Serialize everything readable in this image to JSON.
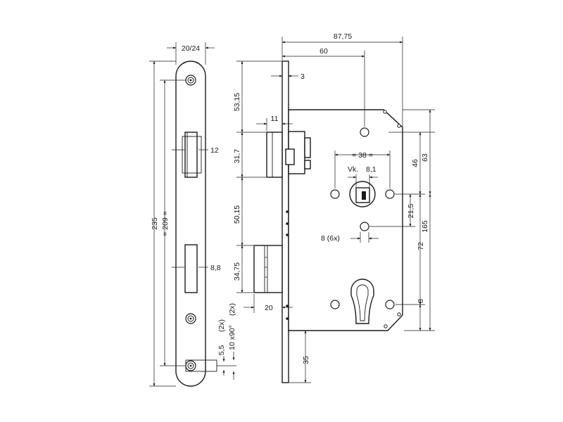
{
  "colors": {
    "line": "#1a1a1a",
    "background": "#ffffff"
  },
  "front_view": {
    "dims": {
      "forend_width": "20/24",
      "overall_height": "235",
      "screw_spacing": "= 209 =",
      "latch_width": "12",
      "bolt_width": "8,8",
      "screw_hole_1": "5,5",
      "screw_hole_2": "(2x)",
      "countersink_1": "10 x90°",
      "countersink_2": "(2x)"
    }
  },
  "side_view": {
    "dims": {
      "overall_depth": "87,75",
      "backset": "60",
      "forend_thickness": "3",
      "latch_projection": "11",
      "top_to_latch": "53,15",
      "latch_height": "31,7",
      "latch_to_bolt": "50,15",
      "bolt_height": "34,75",
      "bolt_projection": "20",
      "bottom_offset": "35",
      "follower_spacing": "= 38 =",
      "follower_label": "Vk.",
      "follower_size": "8,1",
      "hole_diameter": "8 (6x)",
      "dim_46": "46",
      "dim_63": "63",
      "dim_21_5": "21,5",
      "dim_165": "165",
      "dim_72": "72",
      "dim_8": "8"
    }
  }
}
